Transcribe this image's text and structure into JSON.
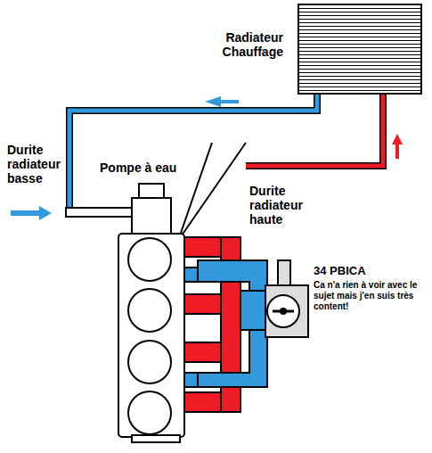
{
  "diagram": {
    "nodes": [
      {
        "text": [
          "Radiateur Chauffage"
        ]
      }
    ],
    "labels": [
      "Durite radiateur basse",
      "Pompe à eau",
      "Durite radiateur haute",
      "34 PBICA",
      "Ca n'a rien à voir avec le sujet mais j'en suis très content!"
    ]
  }
}
